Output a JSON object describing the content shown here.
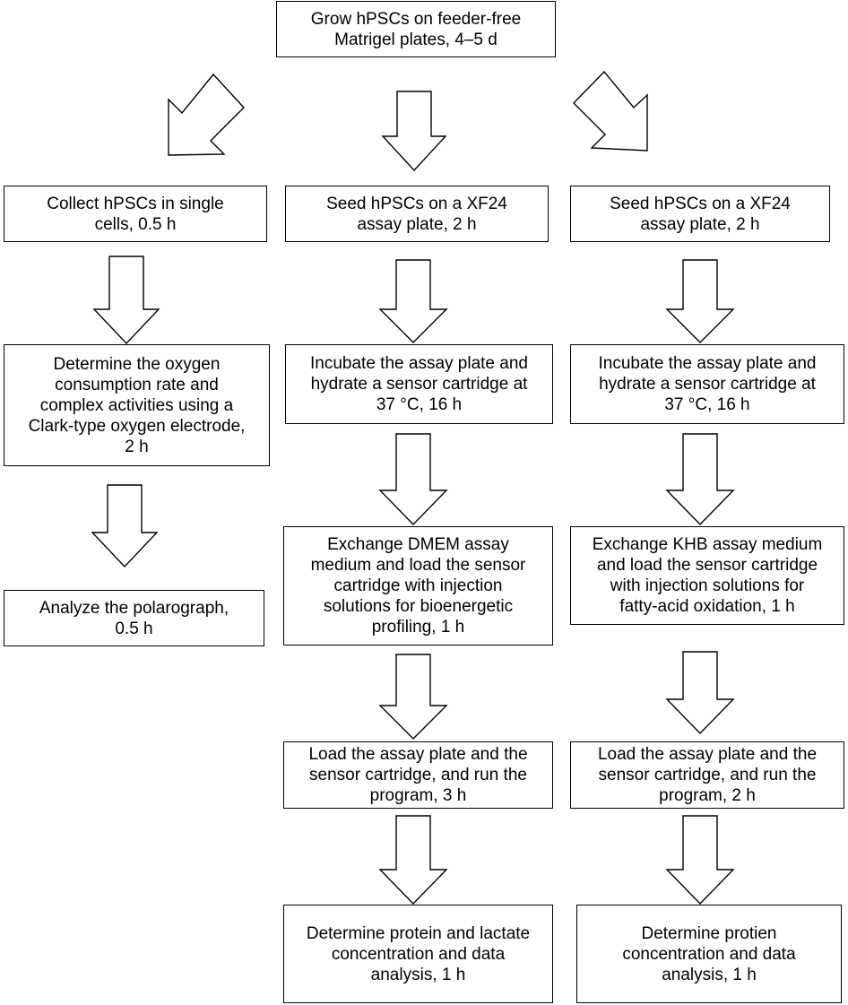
{
  "nodes": {
    "start": "Grow hPSCs on feeder-free\nMatrigel plates, 4–5 d",
    "left": [
      "Collect hPSCs in single\ncells, 0.5 h",
      "Determine the oxygen\nconsumption rate and\ncomplex activities using a\nClark-type oxygen electrode,\n2 h",
      "Analyze the polarograph,\n0.5 h"
    ],
    "middle": [
      "Seed hPSCs on a XF24\nassay plate, 2 h",
      "Incubate the assay plate and\nhydrate a sensor cartridge at\n37 °C, 16 h",
      "Exchange DMEM assay\nmedium and load the sensor\ncartridge with injection\nsolutions for bioenergetic\nprofiling, 1 h",
      "Load the assay plate and the\nsensor cartridge, and run the\nprogram, 3 h",
      "Determine protein and lactate\nconcentration and data\nanalysis, 1 h"
    ],
    "right": [
      "Seed hPSCs on a XF24\nassay plate, 2 h",
      "Incubate the assay plate and\nhydrate a sensor cartridge at\n37 °C, 16 h",
      "Exchange KHB assay medium\nand load the sensor cartridge\nwith injection solutions for\nfatty-acid oxidation, 1 h",
      "Load the assay plate and the\nsensor cartridge, and run the\nprogram, 2 h",
      "Determine protien\nconcentration and data\nanalysis, 1 h"
    ]
  }
}
